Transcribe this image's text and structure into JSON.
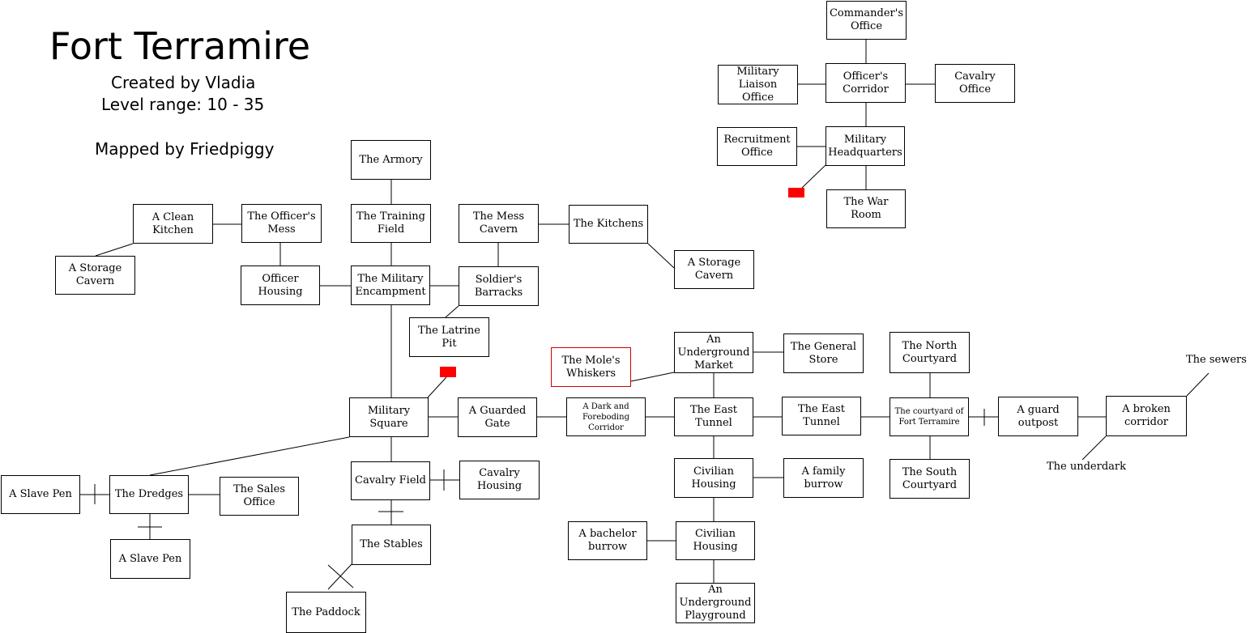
{
  "header": {
    "title": "Fort Terramire",
    "created_by": "Created by Vladia",
    "level_range": "Level range: 10 - 35",
    "mapped_by": "Mapped by Friedpiggy"
  },
  "rooms": {
    "commanders_office": "Commander's\nOffice",
    "officers_corridor": "Officer's\nCorridor",
    "military_liaison": "Military Liaison\nOffice",
    "cavalry_office": "Cavalry Office",
    "recruitment_office": "Recruitment\nOffice",
    "military_hq": "Military\nHeadquarters",
    "war_room": "The War Room",
    "armory": "The Armory",
    "clean_kitchen": "A Clean Kitchen",
    "officers_mess": "The Officer's\nMess",
    "training_field": "The Training\nField",
    "mess_cavern": "The Mess\nCavern",
    "kitchens": "The Kitchens",
    "storage_cavern_west": "A Storage\nCavern",
    "storage_cavern_east": "A Storage\nCavern",
    "officer_housing": "Officer Housing",
    "military_encampment": "The Military\nEncampment",
    "soldiers_barracks": "Soldier's\nBarracks",
    "latrine_pit": "The Latrine Pit",
    "moles_whiskers": "The Mole's\nWhiskers",
    "underground_market": "An Underground\nMarket",
    "general_store": "The General\nStore",
    "north_courtyard": "The North\nCourtyard",
    "military_square": "Military Square",
    "guarded_gate": "A Guarded Gate",
    "dark_corridor": "A Dark and\nForeboding Corridor",
    "east_tunnel_1": "The East Tunnel",
    "east_tunnel_2": "The East Tunnel",
    "courtyard_fort": "The courtyard of\nFort Terramire",
    "guard_outpost": "A guard outpost",
    "broken_corridor": "A broken\ncorridor",
    "south_courtyard": "The South\nCourtyard",
    "slave_pen_west": "A Slave Pen",
    "dredges": "The Dredges",
    "sales_office": "The Sales\nOffice",
    "cavalry_field": "Cavalry Field",
    "cavalry_housing": "Cavalry Housing",
    "civilian_housing_1": "Civilian Housing",
    "family_burrow": "A family burrow",
    "slave_pen_south": "A Slave Pen",
    "stables": "The Stables",
    "bachelor_burrow": "A bachelor\nburrow",
    "civilian_housing_2": "Civilian Housing",
    "underground_playground": "An Underground\nPlayground",
    "paddock": "The Paddock"
  },
  "exits": {
    "sewers": "The sewers",
    "underdark": "The underdark"
  },
  "colors": {
    "marker": "#ff0000",
    "highlight_border": "#d00000"
  }
}
